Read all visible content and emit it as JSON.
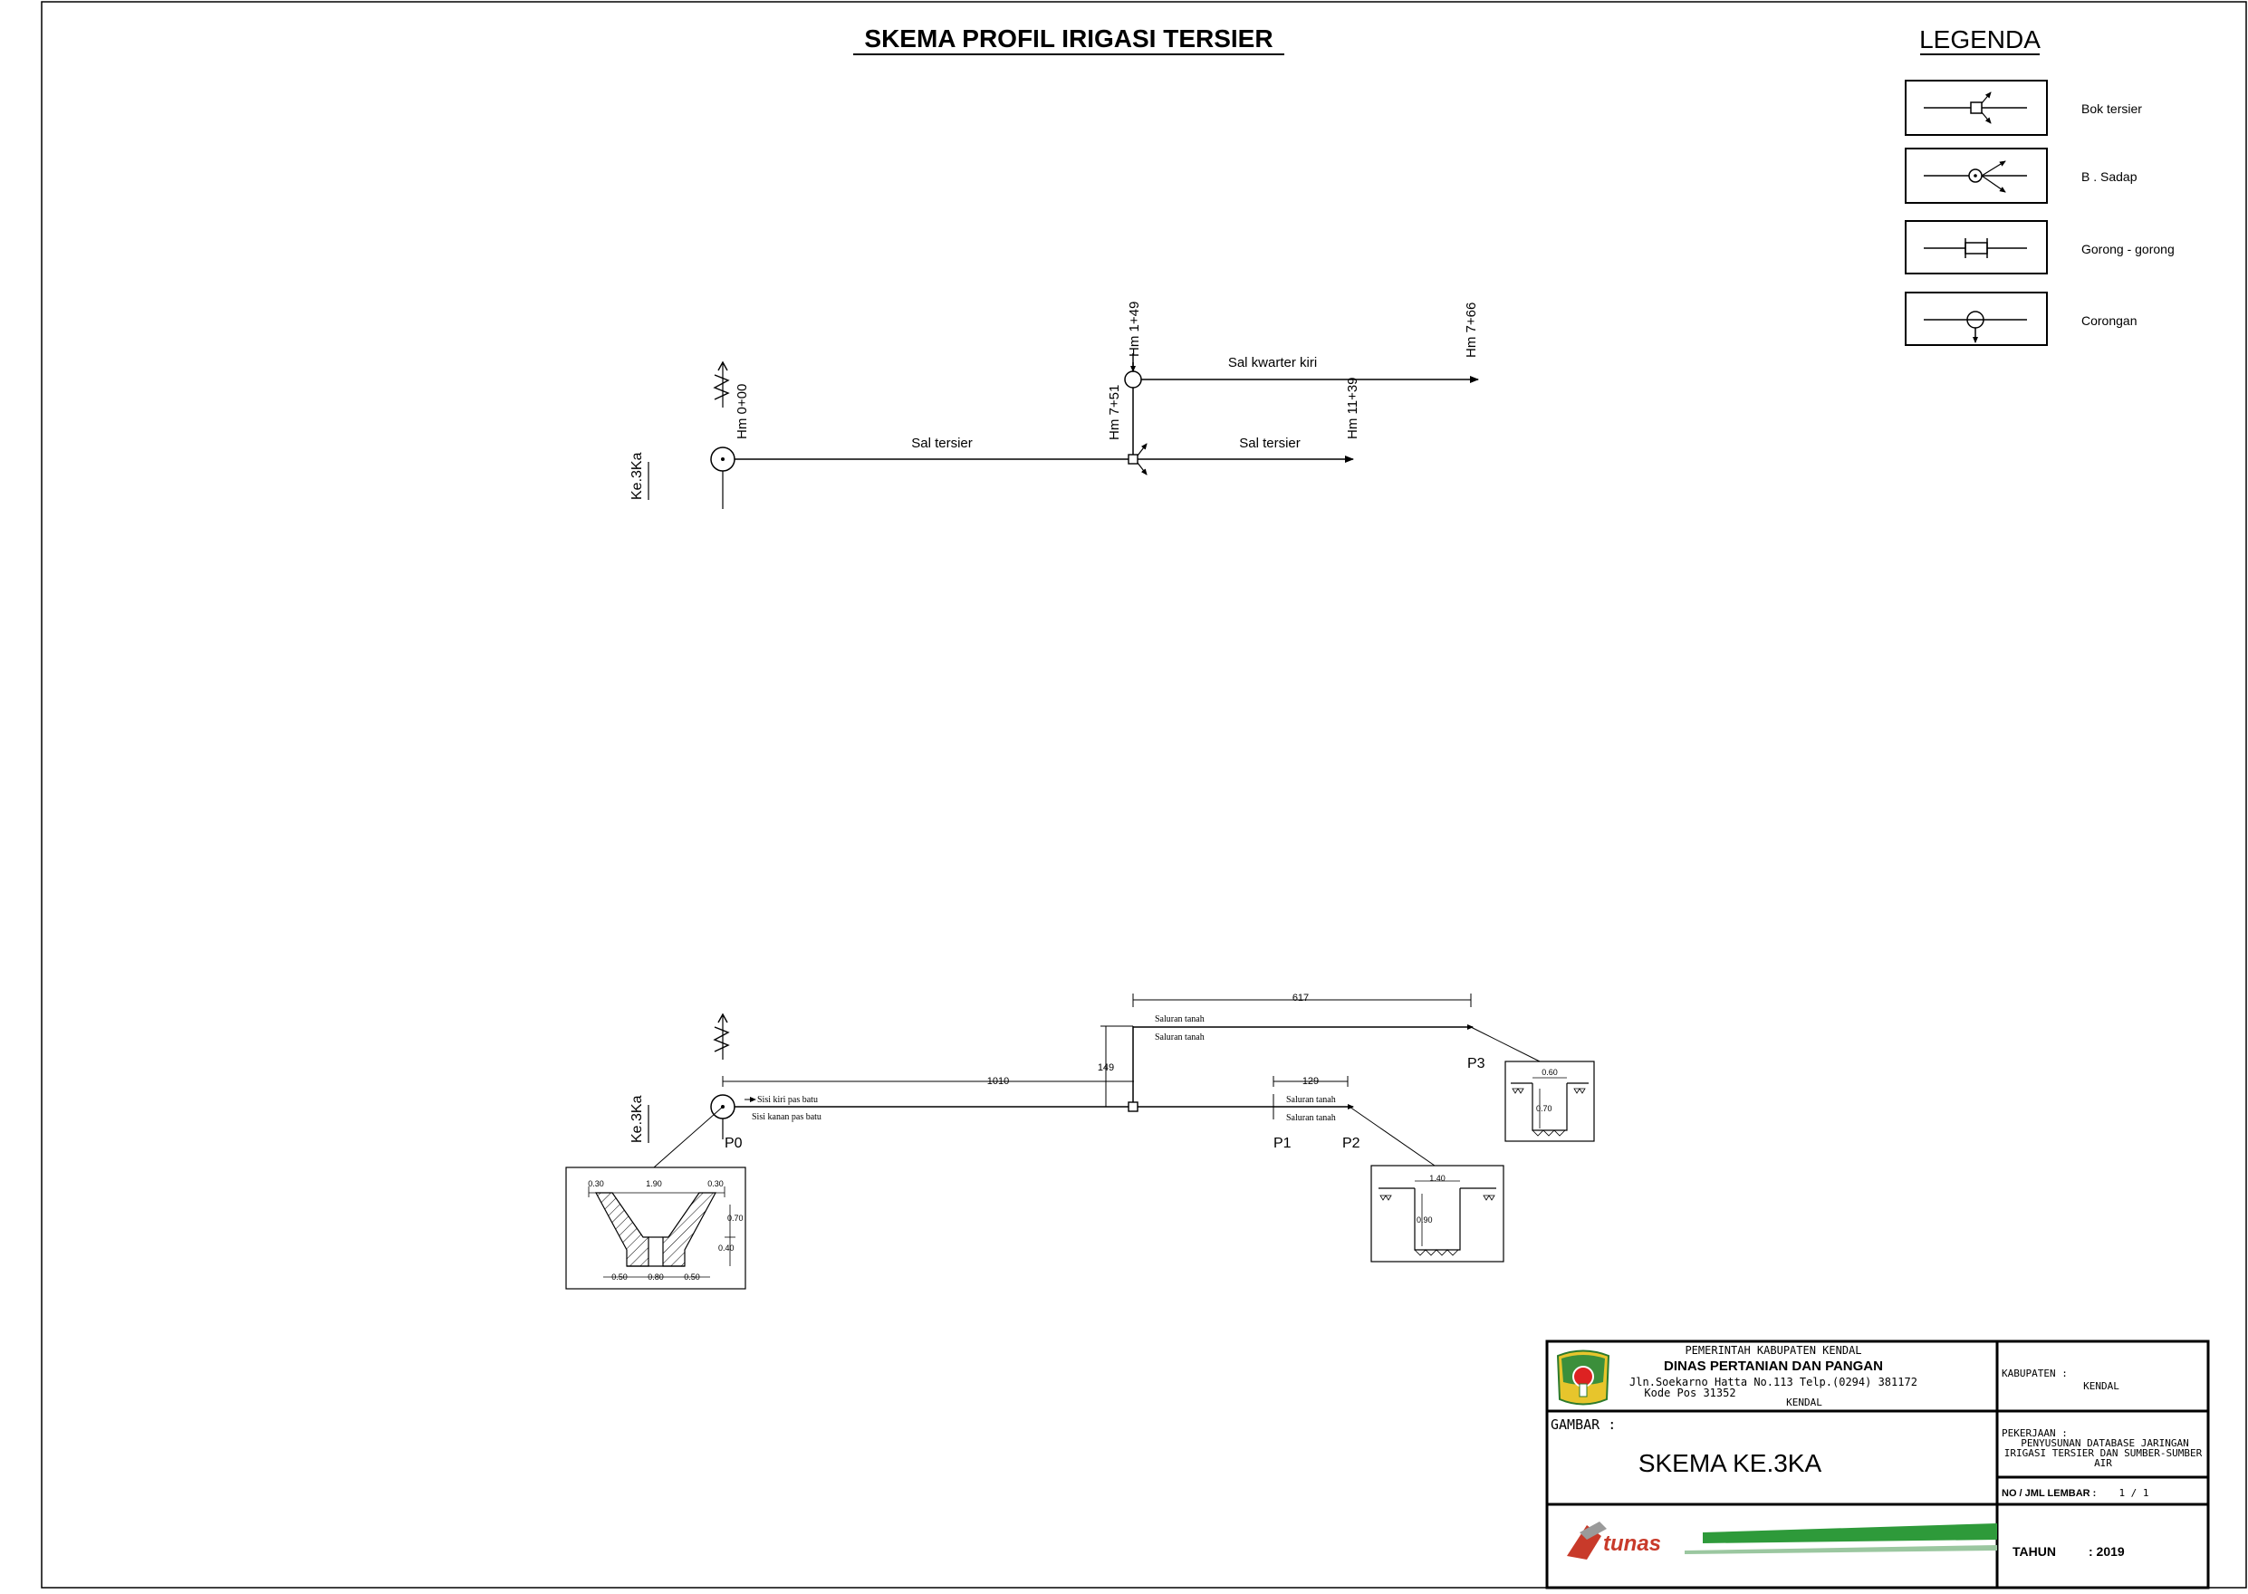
{
  "title": "SKEMA PROFIL IRIGASI TERSIER",
  "legend": {
    "title": "LEGENDA",
    "items": [
      {
        "icon": "bok-tersier-symbol",
        "label": "Bok tersier"
      },
      {
        "icon": "bangunan-sadap-symbol",
        "label": "B . Sadap"
      },
      {
        "icon": "gorong-gorong-symbol",
        "label": "Gorong - gorong"
      },
      {
        "icon": "corongan-symbol",
        "label": "Corongan"
      }
    ]
  },
  "schema": {
    "source_label": "Ke.3Ka",
    "stations": {
      "s0": "Hm 0+00",
      "s1": "Hm 1+49",
      "s2": "Hm 7+51",
      "s3": "Hm 7+66",
      "s4": "Hm 11+39"
    },
    "channels": {
      "tersier_1": "Sal tersier",
      "kwarter": "Sal kwarter kiri",
      "tersier_2": "Sal tersier"
    }
  },
  "profile": {
    "source_label": "Ke.3Ka",
    "points": {
      "p0": "P0",
      "p1": "P1",
      "p2": "P2",
      "p3": "P3"
    },
    "dims": {
      "d617": "617",
      "d1010": "1010",
      "d149": "149",
      "d129": "129"
    },
    "labels": {
      "saluran_tanah_1": "Saluran tanah",
      "saluran_tanah_2": "Saluran tanah",
      "sisi_kiri": "Sisi kiri pas batu",
      "sisi_kanan": "Sisi kanan pas batu",
      "saluran_tanah_3": "Saluran tanah",
      "saluran_tanah_4": "Saluran tanah"
    },
    "section_trapezoid": {
      "top_left": "0.30",
      "top_mid": "1.90",
      "top_right": "0.30",
      "h1": "0.70",
      "h2": "0.40",
      "b_left": "0.50",
      "b_mid": "0.80",
      "b_right": "0.50"
    },
    "section_p2": {
      "width": "1.40",
      "depth": "0.90"
    },
    "section_p3": {
      "width": "0.60",
      "depth": "0.70"
    }
  },
  "title_block": {
    "org_line1": "PEMERINTAH KABUPATEN KENDAL",
    "org_line2": "DINAS PERTANIAN DAN PANGAN",
    "org_line3": "Jln.Soekarno Hatta No.113 Telp.(0294) 381172",
    "org_line4": "Kode Pos 31352",
    "org_line5": "KENDAL",
    "kabupaten_label": "KABUPATEN :",
    "kabupaten_value": "KENDAL",
    "gambar_label": "GAMBAR :",
    "gambar_value": "SKEMA KE.3KA",
    "pekerjaan_label": "PEKERJAAN :",
    "pekerjaan_line1": "PENYUSUNAN DATABASE JARINGAN",
    "pekerjaan_line2": "IRIGASI TERSIER DAN SUMBER-SUMBER",
    "pekerjaan_line3": "AIR",
    "lembar_label": "NO / JML LEMBAR :",
    "lembar_value": "1 / 1",
    "tahun_label": "TAHUN",
    "tahun_value": ": 2019",
    "company": "tunas"
  }
}
